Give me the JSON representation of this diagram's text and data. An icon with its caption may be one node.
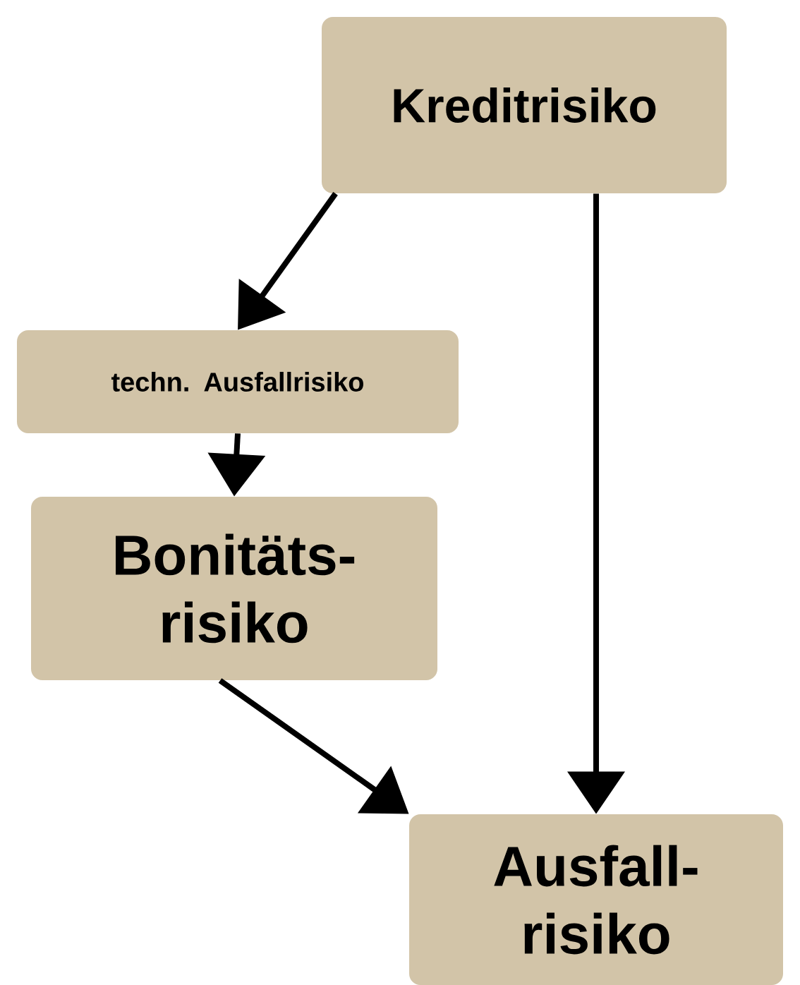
{
  "diagram": {
    "nodes": [
      {
        "text": [
          "Kreditrisiko"
        ]
      },
      {
        "text": [
          "techn. Ausfallrisiko"
        ]
      },
      {
        "text": [
          "Bonitäts- risiko"
        ]
      },
      {
        "text": [
          "Ausfall- risiko"
        ]
      }
    ],
    "edges": [
      {
        "from": 0,
        "to": 1,
        "arrow": "to"
      },
      {
        "from": 0,
        "to": 3,
        "arrow": "to"
      },
      {
        "from": 1,
        "to": 2,
        "arrow": "to"
      },
      {
        "from": 2,
        "to": 3,
        "arrow": "to"
      }
    ]
  }
}
